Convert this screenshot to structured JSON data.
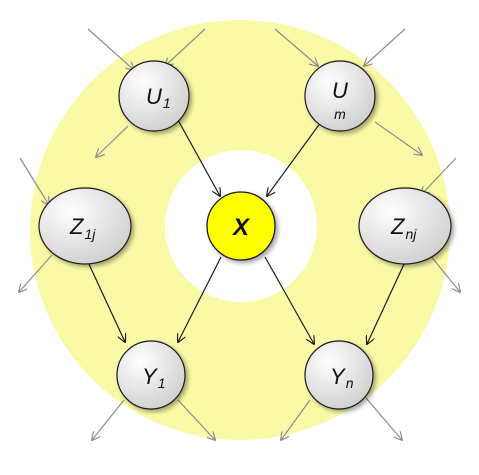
{
  "colors": {
    "blanket": "#fafaa6",
    "inner_white": "#ffffff",
    "node_fill_light": "#fdfdfd",
    "node_fill_dark": "#d2d2d2",
    "x_fill": "#ffff00",
    "arrow_dark": "#1a1a1a",
    "arrow_gray": "#8c8c8c"
  },
  "nodes": {
    "x": {
      "label": "X"
    },
    "u1": {
      "main": "U",
      "sub": "1"
    },
    "um": {
      "main": "U",
      "sub": "m"
    },
    "z1j": {
      "main": "Z",
      "sub": "1j"
    },
    "znj": {
      "main": "Z",
      "sub": "nj"
    },
    "y1": {
      "main": "Y",
      "sub": "1"
    },
    "yn": {
      "main": "Y",
      "sub": "n"
    }
  }
}
